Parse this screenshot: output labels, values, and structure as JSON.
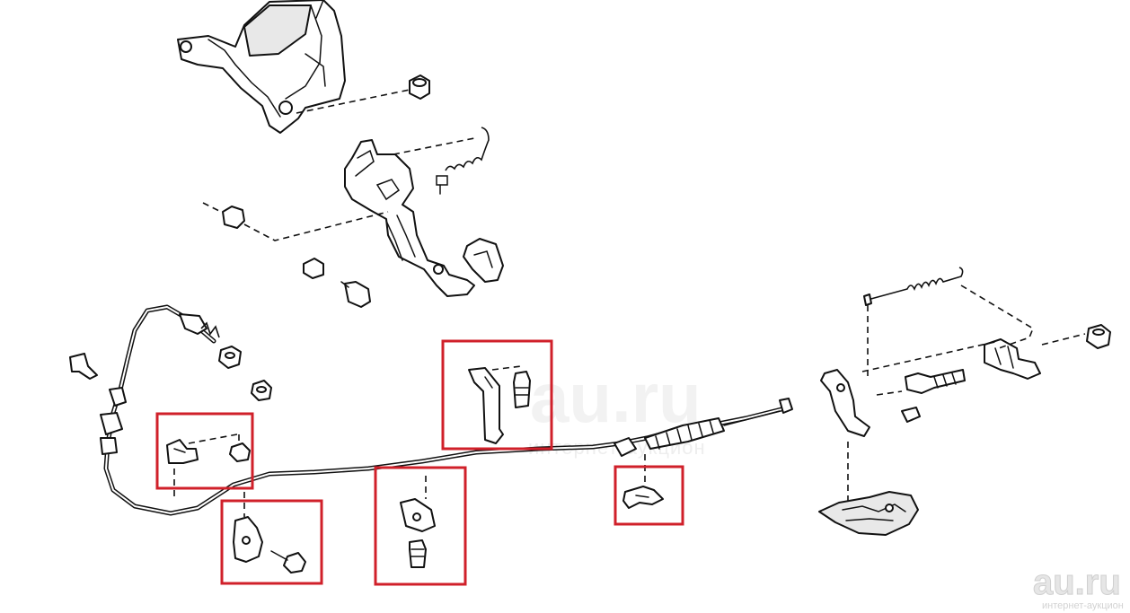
{
  "watermark": {
    "text": "au.ru",
    "subtitle": "интернет-аукцион"
  },
  "colors": {
    "highlight_box": "#d0202a",
    "line_art": "#111111",
    "background": "#ffffff"
  },
  "highlighted_parts_count": 5
}
